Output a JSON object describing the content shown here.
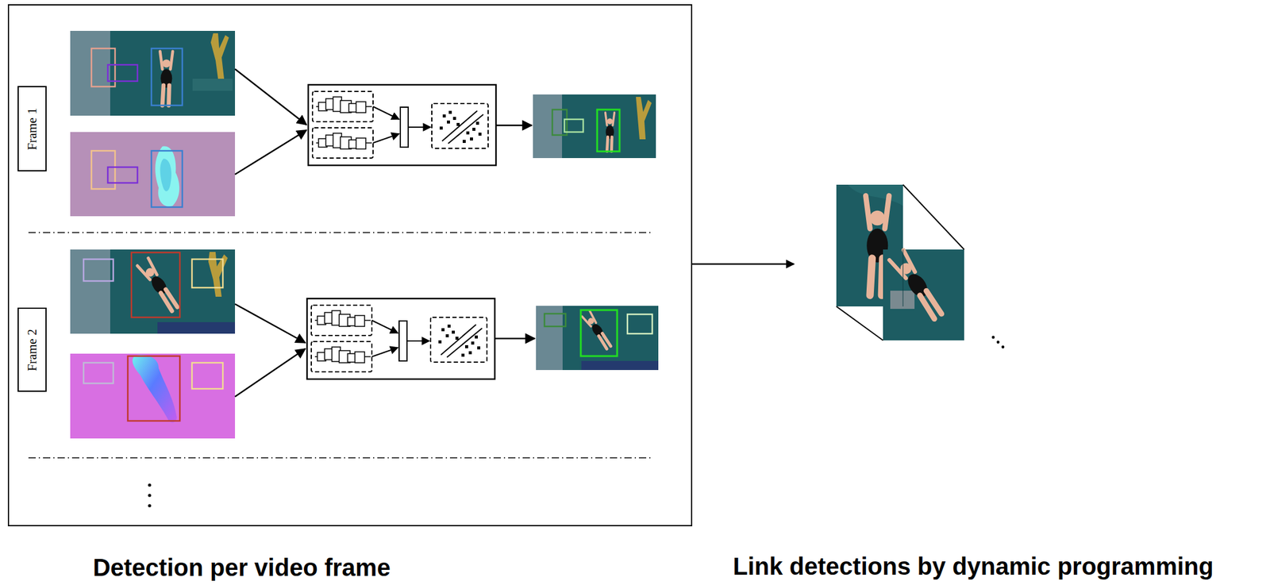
{
  "diagram": {
    "nodes": [
      {
        "text": [
          "Detection per video frame"
        ]
      },
      {
        "text": [
          "Frame 1"
        ],
        "in": 0
      },
      {
        "text": [
          "Frame 2"
        ],
        "in": 0
      },
      {
        "text": [
          "Link detections by dynamic programming"
        ]
      }
    ],
    "edges": [
      {
        "from": 0,
        "to": 3,
        "arrow": "to"
      }
    ]
  }
}
